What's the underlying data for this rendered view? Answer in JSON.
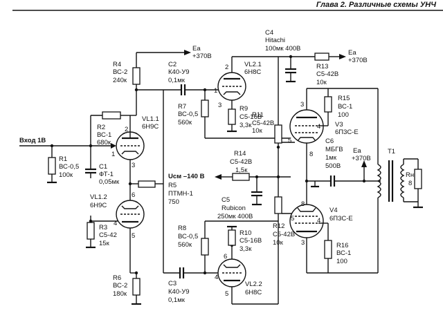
{
  "header": {
    "text": "Глава 2. Различные схемы УНЧ"
  },
  "input": {
    "label": "Вход 1В"
  },
  "bias": {
    "label": "Uсм –140 В"
  },
  "supply": [
    {
      "name": "Ea",
      "value": "+370В"
    },
    {
      "name": "Ea",
      "value": "+370В"
    },
    {
      "name": "Ea",
      "value": "+370В"
    }
  ],
  "components": {
    "R1": {
      "ref": "R1",
      "type": "ВС-0,5",
      "value": "100к"
    },
    "R2": {
      "ref": "R2",
      "type": "ВС-1",
      "value": "680к"
    },
    "R3": {
      "ref": "R3",
      "type": "С5-42",
      "value": "15к"
    },
    "R4": {
      "ref": "R4",
      "type": "ВС-2",
      "value": "240к"
    },
    "R5": {
      "ref": "R5",
      "type": "ПТМН-1",
      "value": "750"
    },
    "R6": {
      "ref": "R6",
      "type": "ВС-2",
      "value": "180к"
    },
    "R7": {
      "ref": "R7",
      "type": "ВС-0,5",
      "value": "560к"
    },
    "R8": {
      "ref": "R8",
      "type": "ВС-0,5",
      "value": "560к"
    },
    "R9": {
      "ref": "R9",
      "type": "С5-16В",
      "value": "3,3к"
    },
    "R10": {
      "ref": "R10",
      "type": "С5-16В",
      "value": "3,3к"
    },
    "R11": {
      "ref": "R11",
      "type": "С5-42В",
      "value": "10к"
    },
    "R12": {
      "ref": "R12",
      "type": "С5-42В",
      "value": "10к"
    },
    "R13": {
      "ref": "R13",
      "type": "С5-42В",
      "value": "10к"
    },
    "R14": {
      "ref": "R14",
      "type": "С5-42В",
      "value": "1,5к"
    },
    "R15": {
      "ref": "R15",
      "type": "ВС-1",
      "value": "100"
    },
    "R16": {
      "ref": "R16",
      "type": "ВС-1",
      "value": "100"
    },
    "C1": {
      "ref": "C1",
      "type": "ФТ-1",
      "value": "0,05мк"
    },
    "C2": {
      "ref": "C2",
      "type": "К40-У9",
      "value": "0,1мк"
    },
    "C3": {
      "ref": "C3",
      "type": "К40-У9",
      "value": "0,1мк"
    },
    "C4": {
      "ref": "C4",
      "type": "Hitachi",
      "value": "100мк 400В"
    },
    "C5": {
      "ref": "C5",
      "type": "Rubicon",
      "value": "250мк 400В"
    },
    "C6": {
      "ref": "C6",
      "type": "МБГВ",
      "value": "1мк",
      "extra": "500В"
    },
    "T1": {
      "ref": "T1"
    },
    "Rн": {
      "ref": "Rн",
      "value": "8"
    }
  },
  "tubes": {
    "VL1_1": {
      "ref": "VL1.1",
      "type": "6Н9С"
    },
    "VL1_2": {
      "ref": "VL1.2",
      "type": "6Н9С"
    },
    "VL2_1": {
      "ref": "VL2.1",
      "type": "6Н8С"
    },
    "VL2_2": {
      "ref": "VL2.2",
      "type": "6Н8С"
    },
    "V3": {
      "ref": "V3",
      "type": "6П3С-Е"
    },
    "V4": {
      "ref": "V4",
      "type": "6П3С-Е"
    }
  },
  "pins": [
    "1",
    "2",
    "3",
    "4",
    "5",
    "6",
    "3",
    "2",
    "1",
    "3",
    "6",
    "4",
    "5",
    "4",
    "3",
    "5",
    "8",
    "8",
    "5",
    "3",
    "4"
  ]
}
